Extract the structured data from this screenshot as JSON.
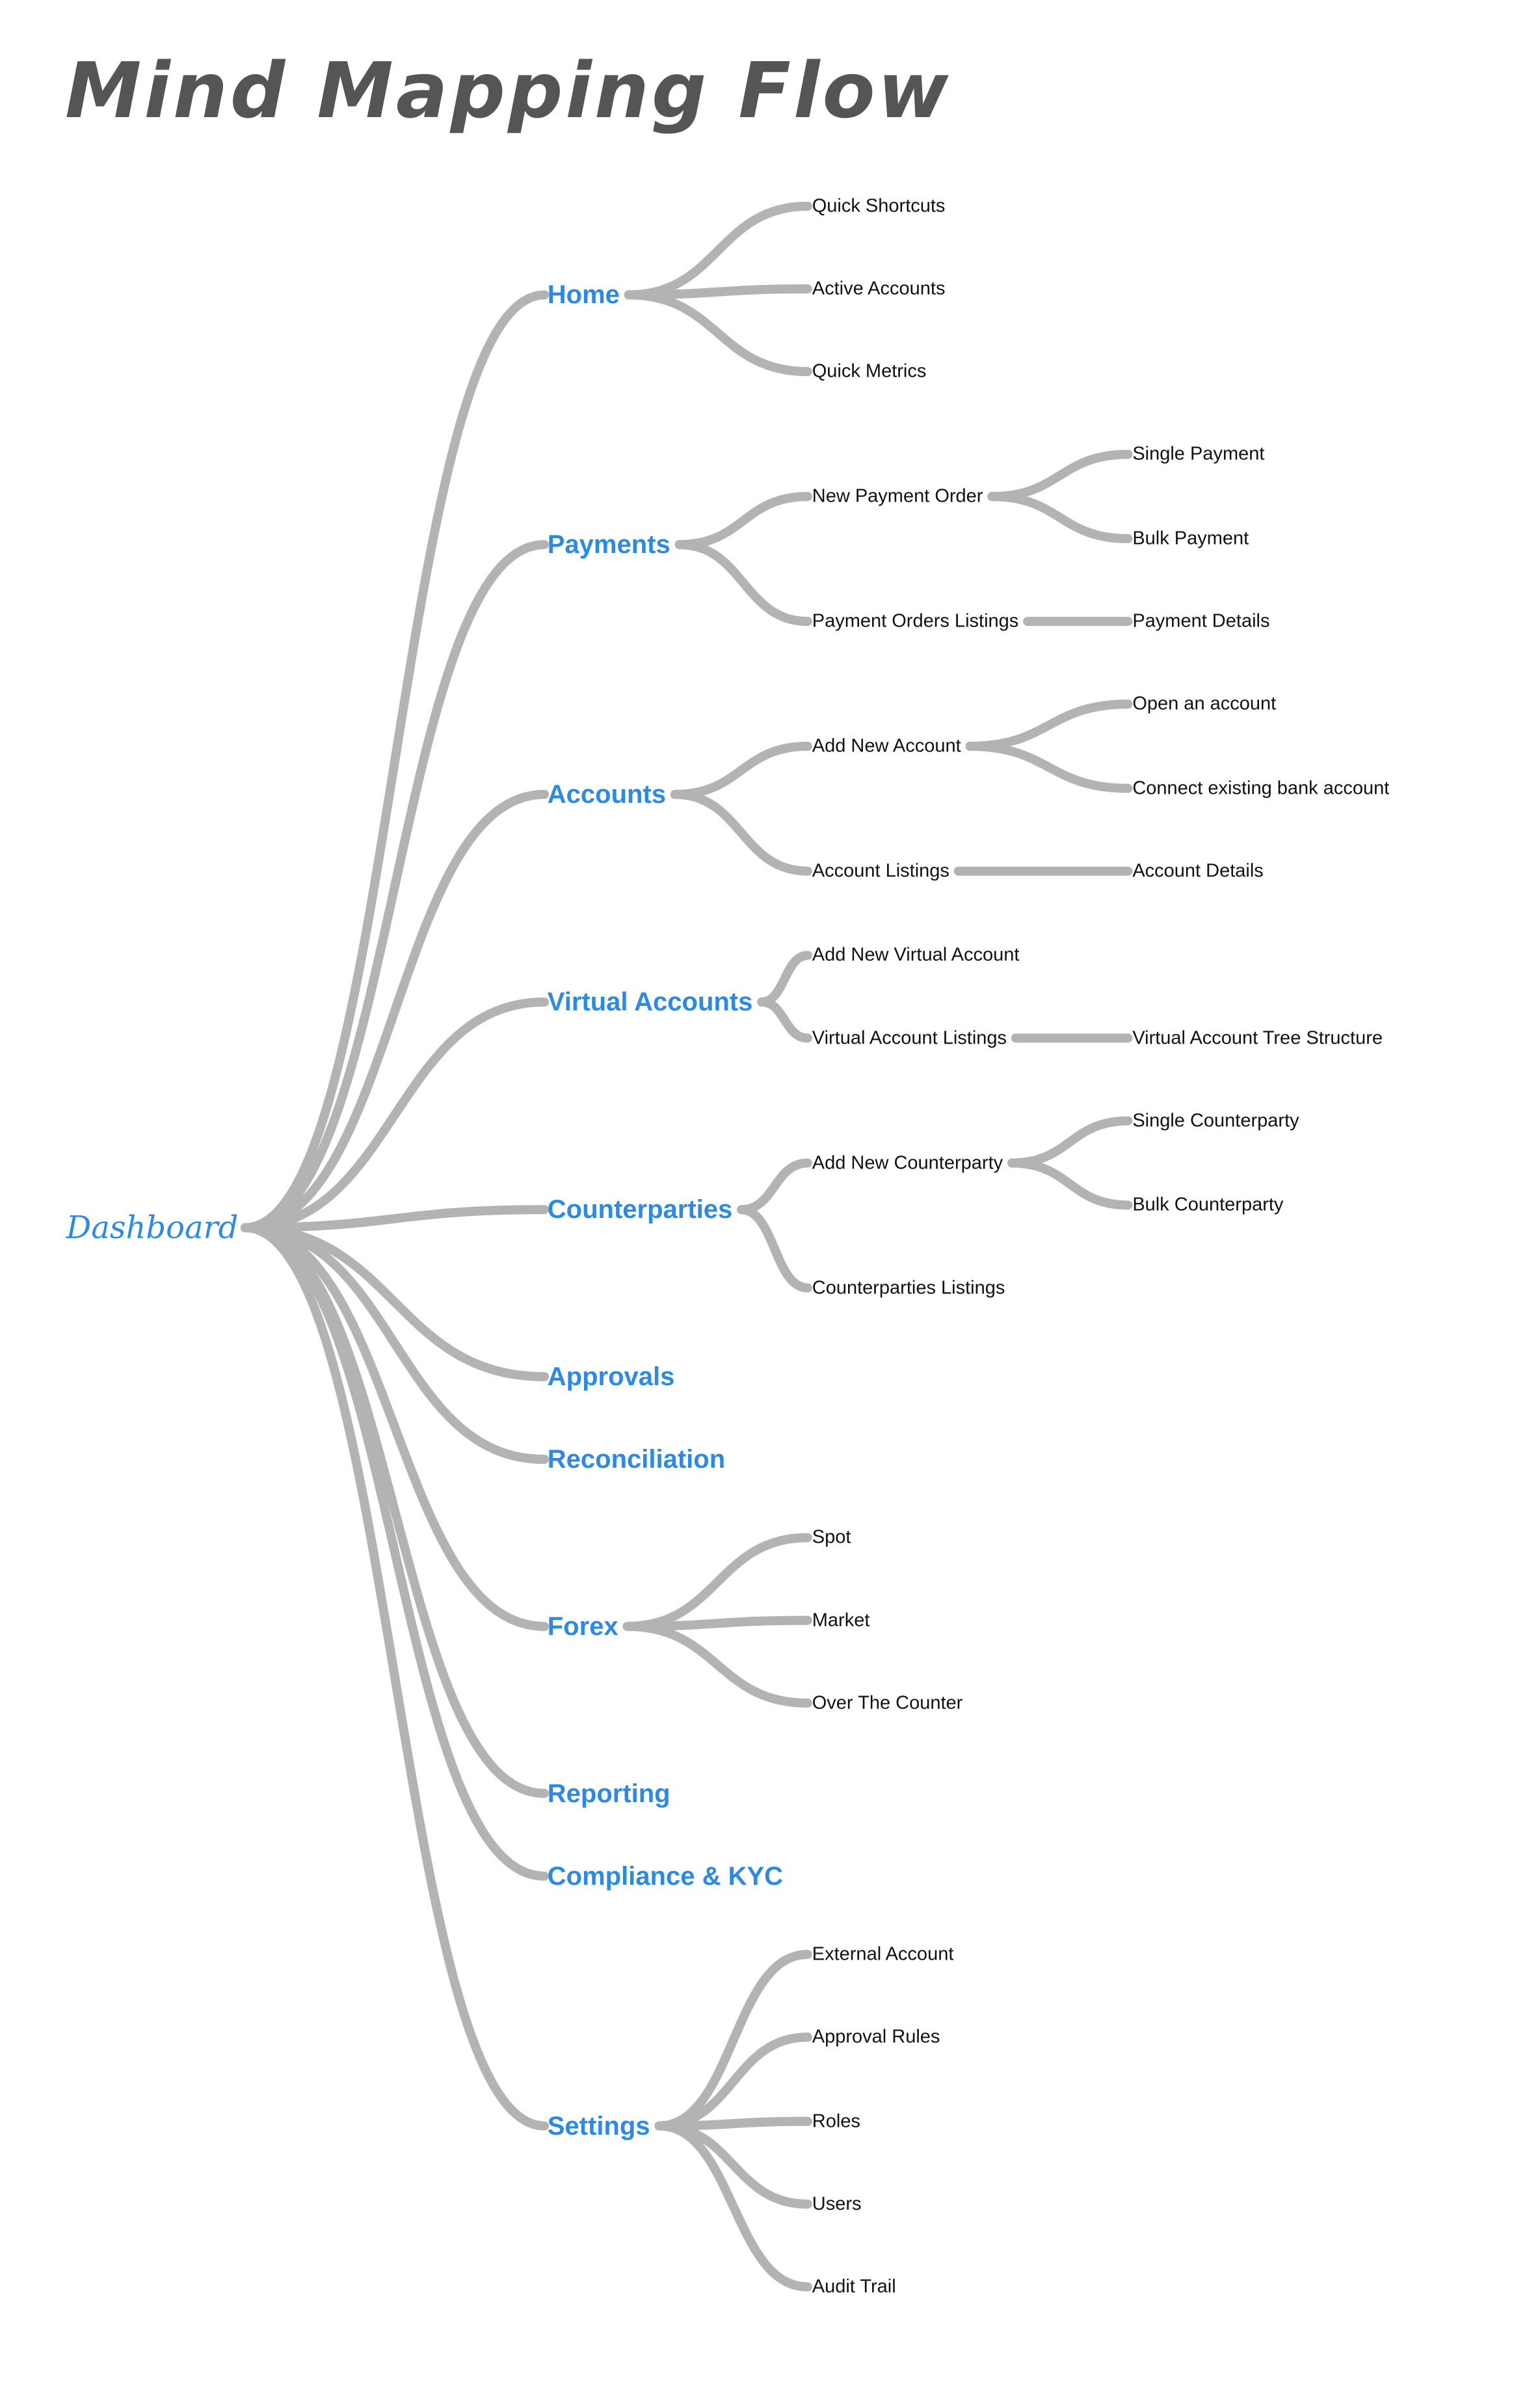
{
  "title": "Mind Mapping Flow",
  "colors": {
    "line": "#b3b3b3",
    "branch": "#2b8ae6",
    "leaf": "#111111",
    "title": "#555555"
  },
  "root": {
    "label": "Dashboard"
  },
  "branches": [
    {
      "label": "Home",
      "children": [
        {
          "label": "Quick Shortcuts"
        },
        {
          "label": "Active Accounts"
        },
        {
          "label": "Quick Metrics"
        }
      ]
    },
    {
      "label": "Payments",
      "children": [
        {
          "label": "New Payment Order",
          "children": [
            {
              "label": "Single Payment"
            },
            {
              "label": "Bulk Payment"
            }
          ]
        },
        {
          "label": "Payment Orders Listings",
          "children": [
            {
              "label": "Payment Details"
            }
          ]
        }
      ]
    },
    {
      "label": "Accounts",
      "children": [
        {
          "label": "Add New Account",
          "children": [
            {
              "label": "Open an account"
            },
            {
              "label": "Connect existing bank account"
            }
          ]
        },
        {
          "label": "Account Listings",
          "children": [
            {
              "label": "Account Details"
            }
          ]
        }
      ]
    },
    {
      "label": "Virtual Accounts",
      "children": [
        {
          "label": "Add New Virtual Account"
        },
        {
          "label": "Virtual Account Listings",
          "children": [
            {
              "label": "Virtual Account Tree Structure"
            }
          ]
        }
      ]
    },
    {
      "label": "Counterparties",
      "children": [
        {
          "label": "Add New Counterparty",
          "children": [
            {
              "label": "Single Counterparty"
            },
            {
              "label": "Bulk Counterparty"
            }
          ]
        },
        {
          "label": "Counterparties Listings"
        }
      ]
    },
    {
      "label": "Approvals"
    },
    {
      "label": "Reconciliation"
    },
    {
      "label": "Forex",
      "children": [
        {
          "label": "Spot"
        },
        {
          "label": "Market"
        },
        {
          "label": "Over The Counter"
        }
      ]
    },
    {
      "label": "Reporting"
    },
    {
      "label": "Compliance & KYC"
    },
    {
      "label": "Settings",
      "children": [
        {
          "label": "External Account"
        },
        {
          "label": "Approval Rules"
        },
        {
          "label": "Roles"
        },
        {
          "label": "Users"
        },
        {
          "label": "Audit Trail"
        }
      ]
    }
  ]
}
